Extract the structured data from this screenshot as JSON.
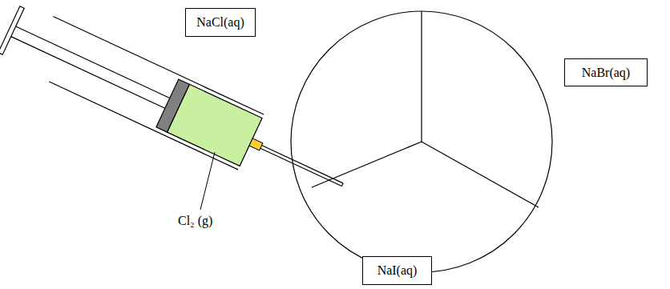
{
  "diagram": {
    "nodes": [
      {
        "text": [
          "NaCl(aq)"
        ]
      },
      {
        "text": [
          "NaBr(aq)"
        ]
      },
      {
        "text": [
          "NaI(aq)"
        ]
      }
    ],
    "labels": [
      "Cl₂ (g)"
    ]
  }
}
